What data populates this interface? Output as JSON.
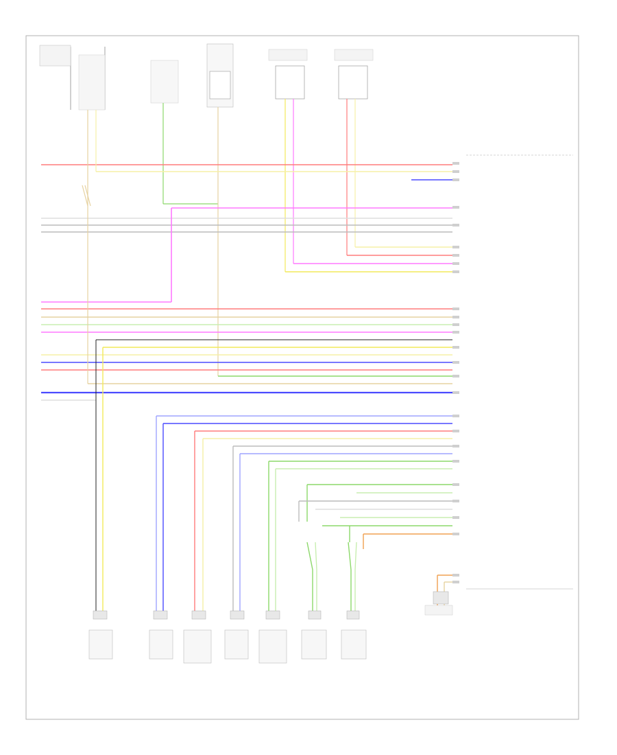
{
  "diagram": {
    "code": "",
    "module_labels": [
      "",
      ""
    ],
    "top_components": [
      {
        "id": "c1",
        "label": ""
      },
      {
        "id": "c2",
        "label": ""
      },
      {
        "id": "c3",
        "label": ""
      },
      {
        "id": "c4",
        "label": ""
      },
      {
        "id": "c5",
        "label": ""
      },
      {
        "id": "c6",
        "label": ""
      }
    ],
    "bottom_components": [
      {
        "id": "b1",
        "label": ""
      },
      {
        "id": "b2",
        "label": ""
      },
      {
        "id": "b3",
        "label": ""
      },
      {
        "id": "b4",
        "label": ""
      },
      {
        "id": "b5",
        "label": ""
      },
      {
        "id": "b6",
        "label": ""
      },
      {
        "id": "b7",
        "label": ""
      },
      {
        "id": "b8",
        "label": ""
      }
    ],
    "colors": {
      "red": "#ff7b7b",
      "pink": "#ffb0b0",
      "yellow": "#f2ea5a",
      "lightyellow": "#f6f0a6",
      "tan": "#e6d2a0",
      "green": "#8cd86a",
      "lightgreen": "#c8eeb0",
      "blue": "#4a4aff",
      "lightblue": "#9ea4ff",
      "magenta": "#ff78ff",
      "gray": "#bcbcbc",
      "black": "#222222",
      "orange": "#f0a050"
    }
  }
}
